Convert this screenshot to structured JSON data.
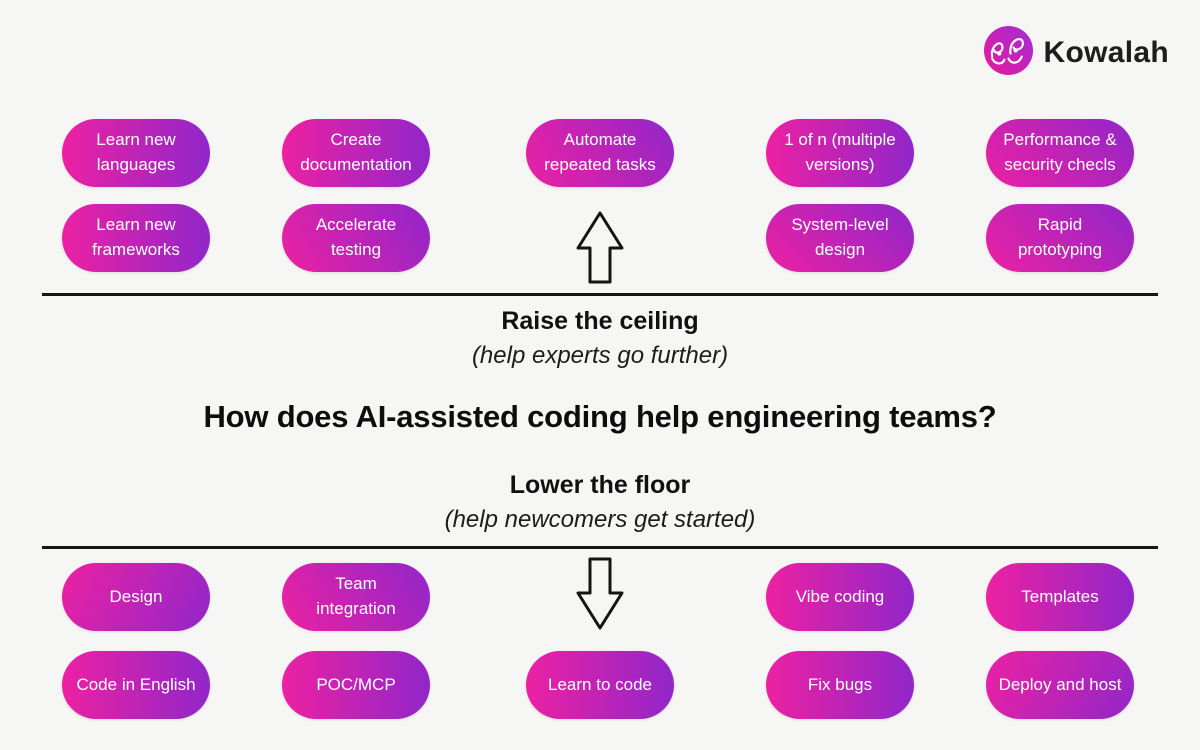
{
  "brand": {
    "name": "Kowalah",
    "logo_icon": "kowalah-doodle-icon"
  },
  "title": "How does AI-assisted coding help engineering teams?",
  "sections": {
    "ceiling": {
      "heading": "Raise the ceiling",
      "subheading": "(help experts go further)",
      "arrow_icon": "arrow-up",
      "pills": [
        "Learn new languages",
        "Create documentation",
        "Automate repeated tasks",
        "1 of n (multiple versions)",
        "Performance & security checls",
        "Learn new frameworks",
        "Accelerate testing",
        "System-level design",
        "Rapid prototyping"
      ]
    },
    "floor": {
      "heading": "Lower the floor",
      "subheading": "(help newcomers get started)",
      "arrow_icon": "arrow-down",
      "pills": [
        "Design",
        "Team integration",
        "Vibe coding",
        "Templates",
        "Code in English",
        "POC/MCP",
        "Learn to code",
        "Fix bugs",
        "Deploy and host"
      ]
    }
  },
  "colors": {
    "background": "#F6F6F4",
    "pill_gradient_start": "#EC21A2",
    "pill_gradient_end": "#9126C9",
    "pill_text": "#FFFFFF",
    "text": "#141414",
    "rule": "#161616"
  }
}
